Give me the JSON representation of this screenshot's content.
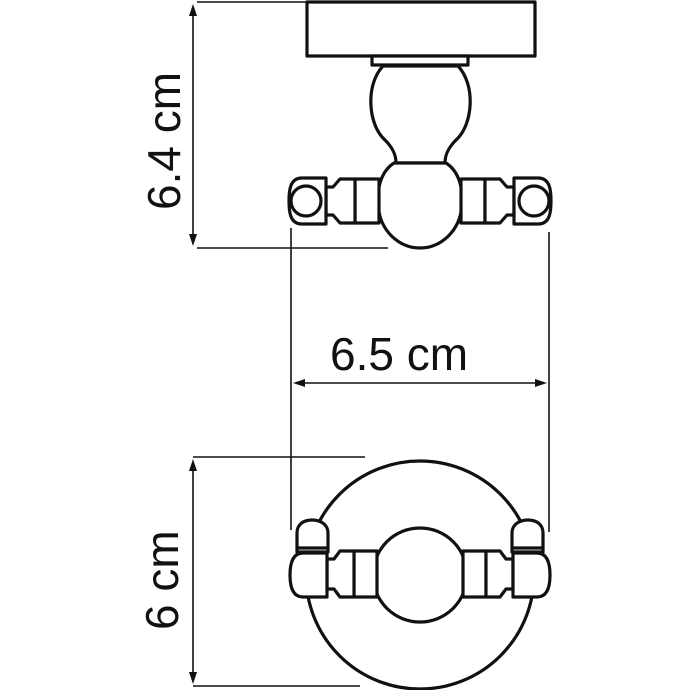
{
  "diagram": {
    "type": "technical-dimension-drawing",
    "subject": "double robe hook",
    "views": [
      {
        "name": "side-view",
        "position": "top"
      },
      {
        "name": "front-view",
        "position": "bottom"
      }
    ],
    "dimensions": {
      "height": {
        "label": "6.4 cm",
        "value": 6.4,
        "unit": "cm",
        "orientation": "vertical"
      },
      "width": {
        "label": "6.5 cm",
        "value": 6.5,
        "unit": "cm",
        "orientation": "horizontal"
      },
      "depth": {
        "label": "6 cm",
        "value": 6,
        "unit": "cm",
        "orientation": "vertical"
      }
    },
    "colors": {
      "line": "#111111",
      "background": "#ffffff"
    }
  }
}
